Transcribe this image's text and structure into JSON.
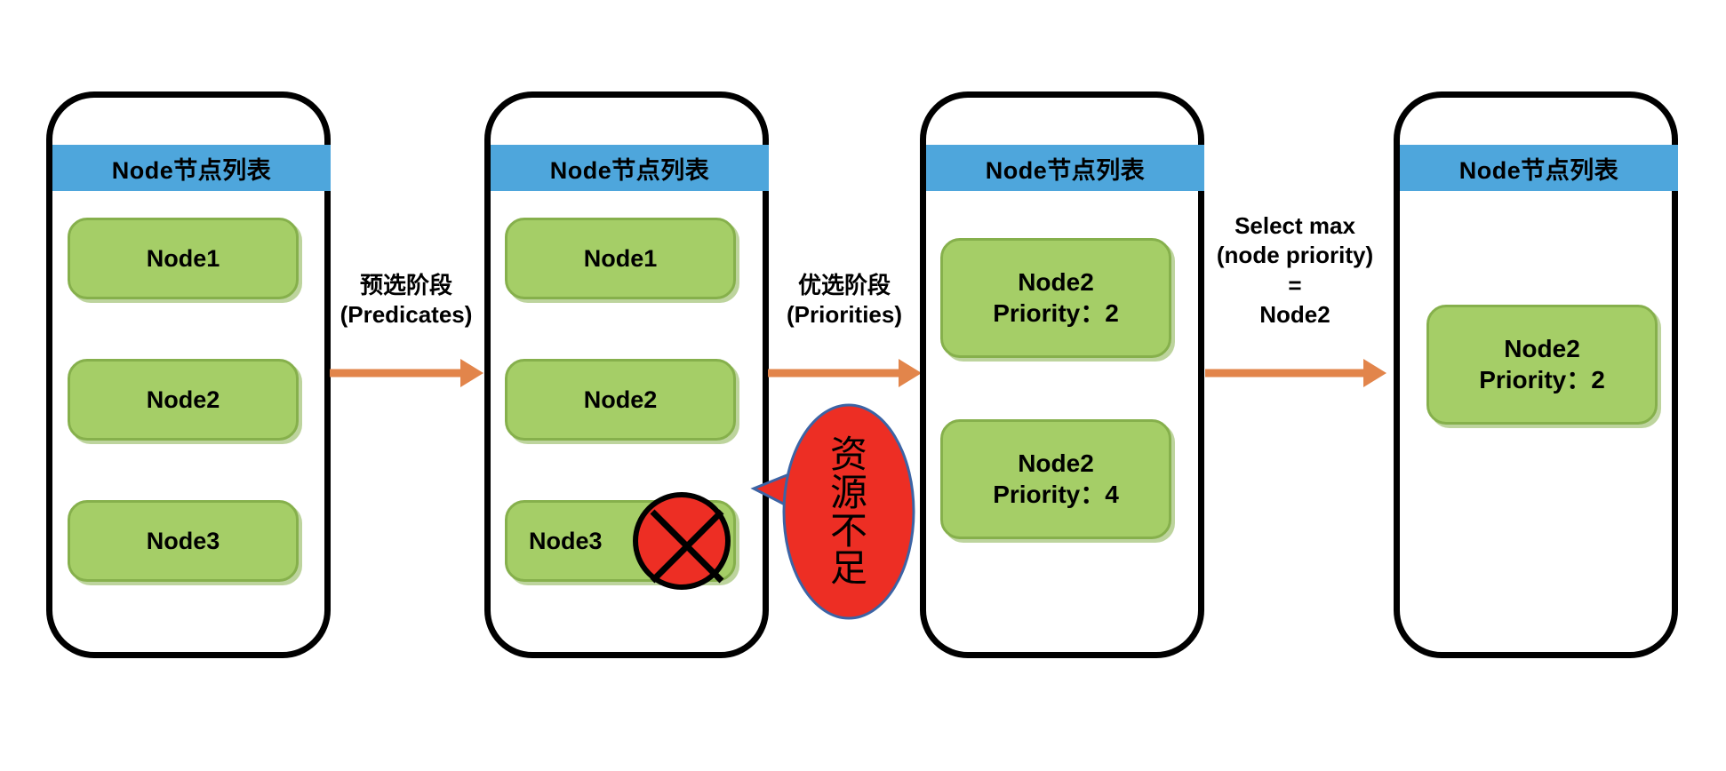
{
  "diagram": {
    "title": "Kubernetes scheduler node selection flow",
    "colors": {
      "header_blue": "#4EA6DC",
      "node_green": "#A5CE67",
      "node_green_border": "#86B04C",
      "arrow_orange": "#E2854B",
      "callout_red": "#ED2E24",
      "callout_border_blue": "#3C64A5",
      "panel_border": "#000000"
    }
  },
  "panels": [
    {
      "id": "panel-1",
      "header": "Node节点列表",
      "nodes": [
        {
          "lines": [
            "Node1"
          ],
          "blocked": false
        },
        {
          "lines": [
            "Node2"
          ],
          "blocked": false
        },
        {
          "lines": [
            "Node3"
          ],
          "blocked": false
        }
      ]
    },
    {
      "id": "panel-2",
      "header": "Node节点列表",
      "nodes": [
        {
          "lines": [
            "Node1"
          ],
          "blocked": false
        },
        {
          "lines": [
            "Node2"
          ],
          "blocked": false
        },
        {
          "lines": [
            "Node3"
          ],
          "blocked": true
        }
      ]
    },
    {
      "id": "panel-3",
      "header": "Node节点列表",
      "nodes": [
        {
          "lines": [
            "Node2",
            "Priority：2"
          ],
          "blocked": false
        },
        {
          "lines": [
            "Node2",
            "Priority：4"
          ],
          "blocked": false
        }
      ]
    },
    {
      "id": "panel-4",
      "header": "Node节点列表",
      "nodes": [
        {
          "lines": [
            "Node2",
            "Priority：2"
          ],
          "blocked": false
        }
      ]
    }
  ],
  "arrows": [
    {
      "id": "arrow-predicates",
      "label_lines": [
        "预选阶段",
        "(Predicates)"
      ]
    },
    {
      "id": "arrow-priorities",
      "label_lines": [
        "优选阶段",
        "(Priorities)"
      ]
    },
    {
      "id": "arrow-select-max",
      "label_lines": [
        "Select max",
        "(node priority)",
        "=",
        "Node2"
      ]
    }
  ],
  "callout": {
    "id": "callout-insufficient-resources",
    "text": "资源不足",
    "chars": [
      "资",
      "源",
      "不",
      "足"
    ]
  },
  "icons": {
    "blocked": "circle-x-icon"
  }
}
